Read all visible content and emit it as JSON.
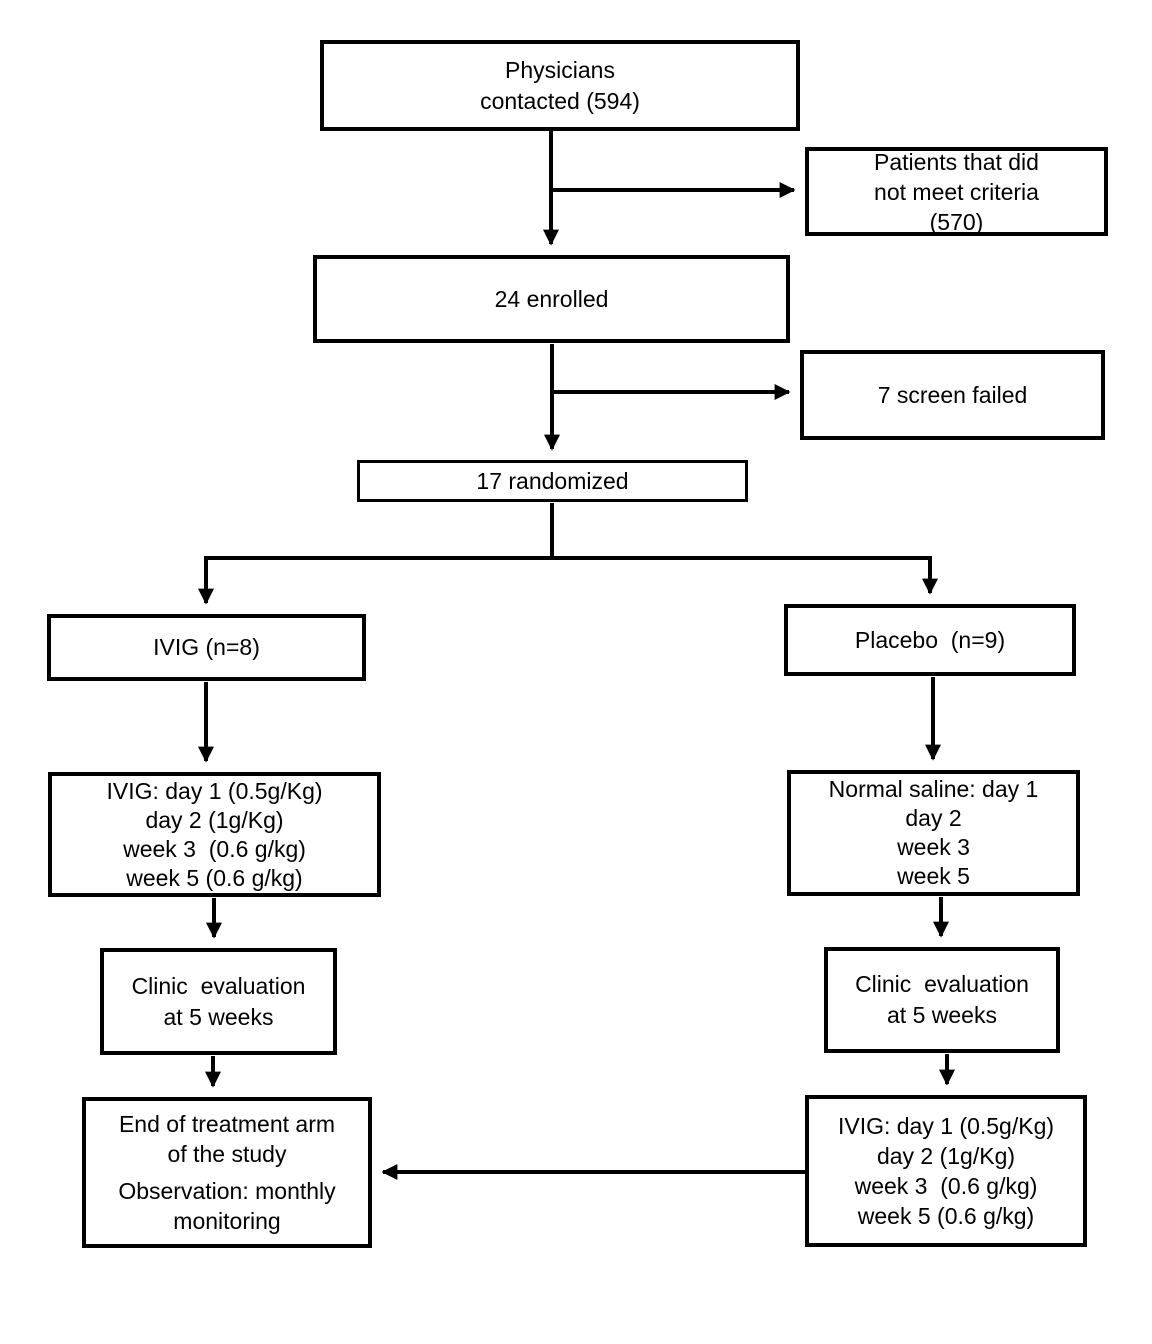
{
  "diagram": {
    "type": "clinical-trial-flowchart",
    "colors": {
      "line": "#000000",
      "background": "#ffffff",
      "text": "#000000"
    }
  },
  "boxes": {
    "physicians": {
      "lines": [
        "Physicians",
        "contacted (594)"
      ]
    },
    "criteria": {
      "lines": [
        "Patients that did",
        "not meet criteria",
        "(570)"
      ]
    },
    "enrolled": {
      "lines": [
        "24 enrolled"
      ]
    },
    "screen_failed": {
      "lines": [
        "7 screen failed"
      ]
    },
    "randomized": {
      "lines": [
        "17 randomized"
      ]
    },
    "ivig_arm": {
      "lines": [
        "IVIG (n=8)"
      ]
    },
    "placebo_arm": {
      "lines": [
        "Placebo  (n=9)"
      ]
    },
    "ivig_dosing": {
      "lines": [
        "IVIG: day 1 (0.5g/Kg)",
        "day 2 (1g/Kg)",
        "week 3  (0.6 g/kg)",
        "week 5 (0.6 g/kg)"
      ]
    },
    "saline_dosing": {
      "lines": [
        "Normal saline: day 1",
        "day 2",
        "week 3",
        "week 5"
      ]
    },
    "clinic_left": {
      "lines": [
        "Clinic  evaluation",
        "at 5 weeks"
      ]
    },
    "clinic_right": {
      "lines": [
        "Clinic  evaluation",
        "at 5 weeks"
      ]
    },
    "end_of_treatment": {
      "lines": [
        "End of treatment arm",
        "of the study",
        "Observation: monthly",
        "monitoring"
      ]
    },
    "ivig_crossover": {
      "lines": [
        "IVIG: day 1 (0.5g/Kg)",
        "day 2 (1g/Kg)",
        "week 3  (0.6 g/kg)",
        "week 5 (0.6 g/kg)"
      ]
    }
  }
}
